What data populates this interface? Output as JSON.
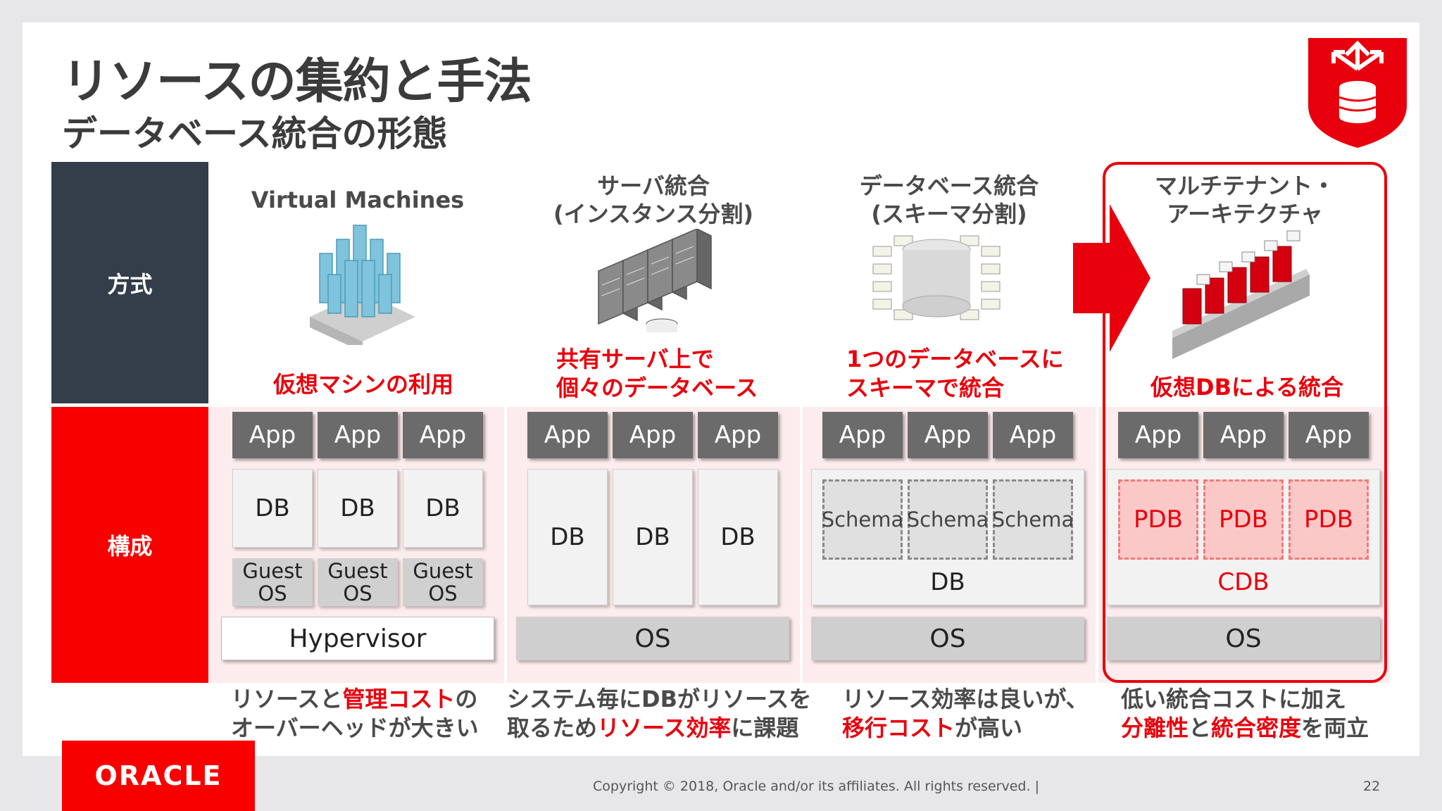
{
  "slide": {
    "title": "リソースの集約と手法",
    "subtitle": "データベース統合の形態",
    "badge_icon": "database-consolidation-icon"
  },
  "rows": {
    "method_label": "方式",
    "structure_label": "構成"
  },
  "columns": [
    {
      "heading": "Virtual Machines",
      "image": "vm-cluster-icon",
      "caption_lines": [
        "仮想マシンの利用"
      ],
      "apps": [
        "App",
        "App",
        "App"
      ],
      "dbs": [
        "DB",
        "DB",
        "DB"
      ],
      "guest_os": [
        [
          "Guest",
          "OS"
        ],
        [
          "Guest",
          "OS"
        ],
        [
          "Guest",
          "OS"
        ]
      ],
      "base": "Hypervisor",
      "bottom_parts": [
        [
          {
            "t": "リソースと"
          },
          {
            "t": "管理コスト",
            "hl": true
          },
          {
            "t": "の"
          }
        ],
        [
          {
            "t": "オーバーヘッドが大きい"
          }
        ]
      ]
    },
    {
      "heading_lines": [
        "サーバ統合",
        "(インスタンス分割)"
      ],
      "image": "server-rack-icon",
      "caption_lines": [
        "共有サーバ上で",
        "個々のデータベース"
      ],
      "apps": [
        "App",
        "App",
        "App"
      ],
      "dbs": [
        "DB",
        "DB",
        "DB"
      ],
      "base": "OS",
      "bottom_parts": [
        [
          {
            "t": "システム毎にDBがリソースを"
          }
        ],
        [
          {
            "t": "取るため"
          },
          {
            "t": "リソース効率",
            "hl": true
          },
          {
            "t": "に課題"
          }
        ]
      ]
    },
    {
      "heading_lines": [
        "データベース統合",
        "(スキーマ分割)"
      ],
      "image": "schema-cylinder-icon",
      "caption_lines": [
        "1つのデータベースに",
        "スキーマで統合"
      ],
      "apps": [
        "App",
        "App",
        "App"
      ],
      "schemas": [
        "Schema",
        "Schema",
        "Schema"
      ],
      "db": "DB",
      "base": "OS",
      "bottom_parts": [
        [
          {
            "t": "リソース効率は良いが、"
          }
        ],
        [
          {
            "t": "移行コスト",
            "hl": true
          },
          {
            "t": "が高い"
          }
        ]
      ]
    },
    {
      "heading_lines": [
        "マルチテナント・",
        "アーキテクチャ"
      ],
      "image": "multitenant-icon",
      "caption_lines": [
        "仮想DBによる統合"
      ],
      "apps": [
        "App",
        "App",
        "App"
      ],
      "pdbs": [
        "PDB",
        "PDB",
        "PDB"
      ],
      "cdb": "CDB",
      "base": "OS",
      "bottom_parts": [
        [
          {
            "t": "低い統合コストに加え"
          }
        ],
        [
          {
            "t": "分離性",
            "hl": true
          },
          {
            "t": "と"
          },
          {
            "t": "統合密度",
            "hl": true
          },
          {
            "t": "を両立"
          }
        ]
      ]
    }
  ],
  "footer": {
    "logo": "ORACLE",
    "copyright": "Copyright © 2018, Oracle and/or its affiliates. All rights reserved.  |",
    "page": "22"
  },
  "colors": {
    "accent": "#f80000",
    "dark": "#333e4a",
    "app_box": "#6b6b6b"
  }
}
